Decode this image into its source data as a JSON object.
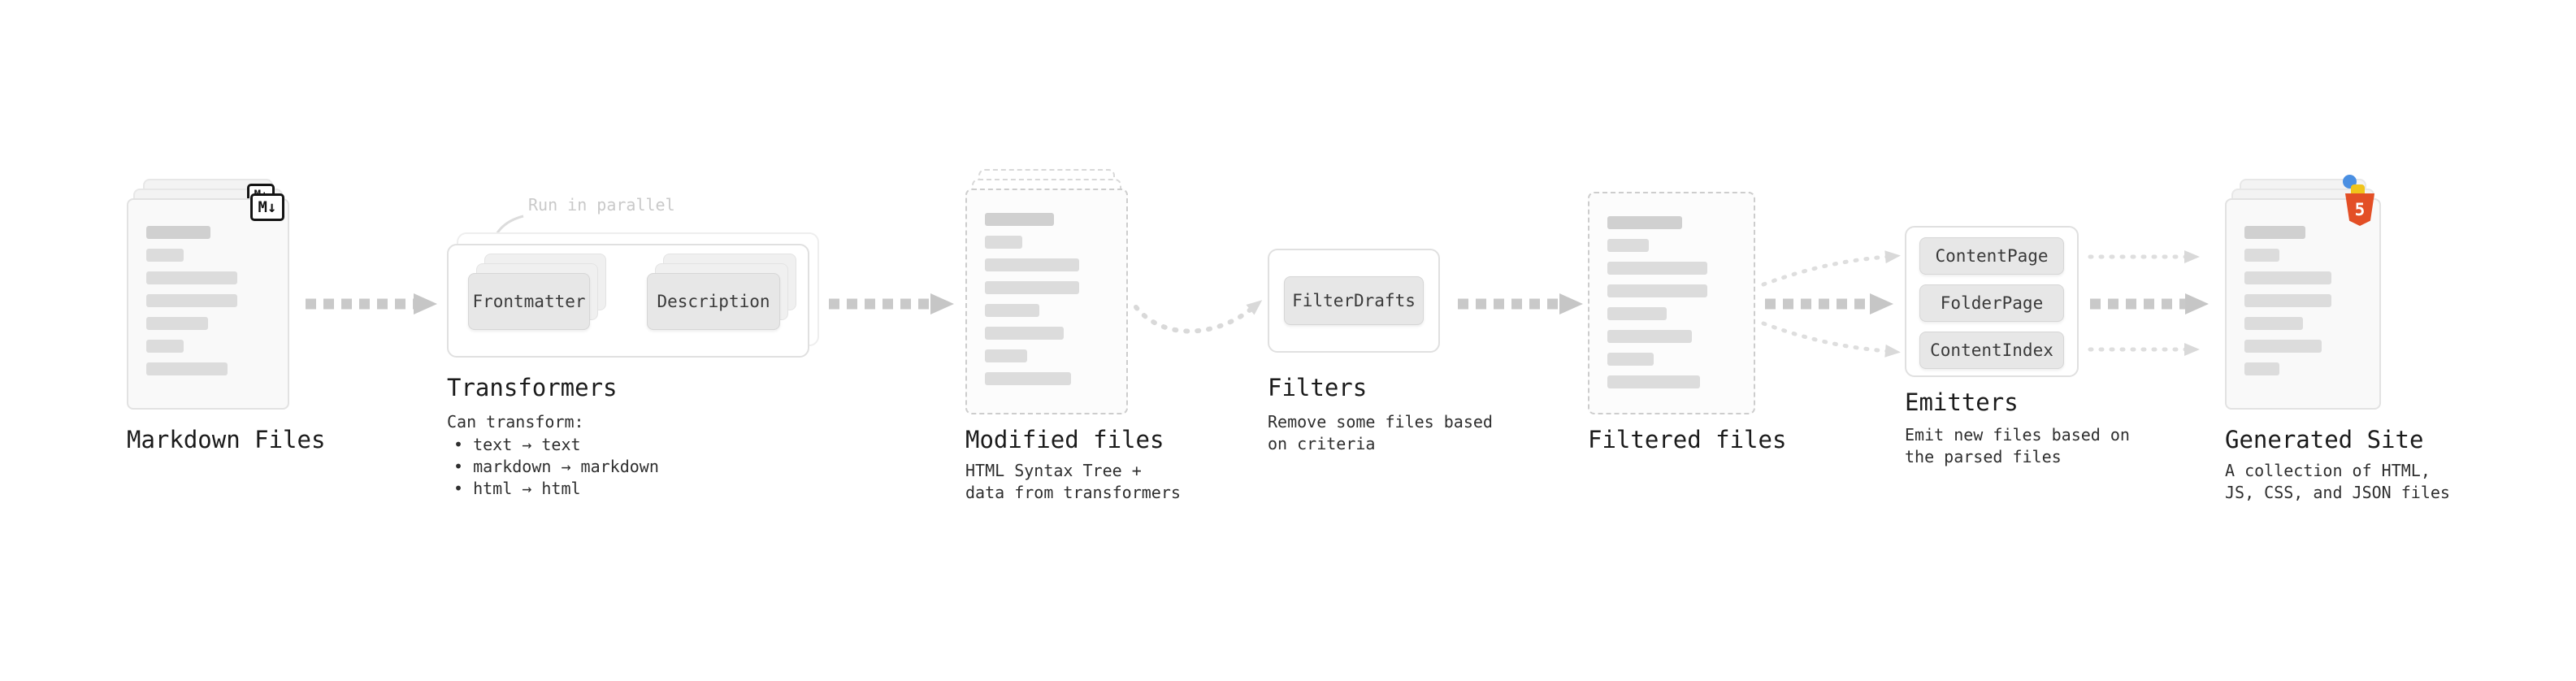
{
  "markdown_files": {
    "label": "Markdown Files",
    "badge": "M↓"
  },
  "transformers": {
    "label": "Transformers",
    "callout": "Run in parallel",
    "cards": [
      "Frontmatter",
      "Description"
    ],
    "note_title": "Can transform:",
    "bullets": [
      "• text → text",
      "• markdown → markdown",
      "• html → html"
    ]
  },
  "modified_files": {
    "label": "Modified files",
    "subtitle": "HTML Syntax Tree +\ndata from transformers"
  },
  "filters": {
    "label": "Filters",
    "cards": [
      "FilterDrafts"
    ],
    "subtitle": "Remove some files based\non criteria"
  },
  "filtered_files": {
    "label": "Filtered files"
  },
  "emitters": {
    "label": "Emitters",
    "cards": [
      "ContentPage",
      "FolderPage",
      "ContentIndex"
    ],
    "subtitle": "Emit new files based on\nthe parsed files"
  },
  "generated_site": {
    "label": "Generated Site",
    "subtitle": "A collection of HTML,\nJS, CSS, and JSON files",
    "badge": "5"
  },
  "colors": {
    "arrow": "#c9c9c9",
    "arrow_light": "#dedede",
    "html_accent": "#e34f26",
    "js_accent": "#f0c41b",
    "json_accent": "#4a8fe2"
  }
}
